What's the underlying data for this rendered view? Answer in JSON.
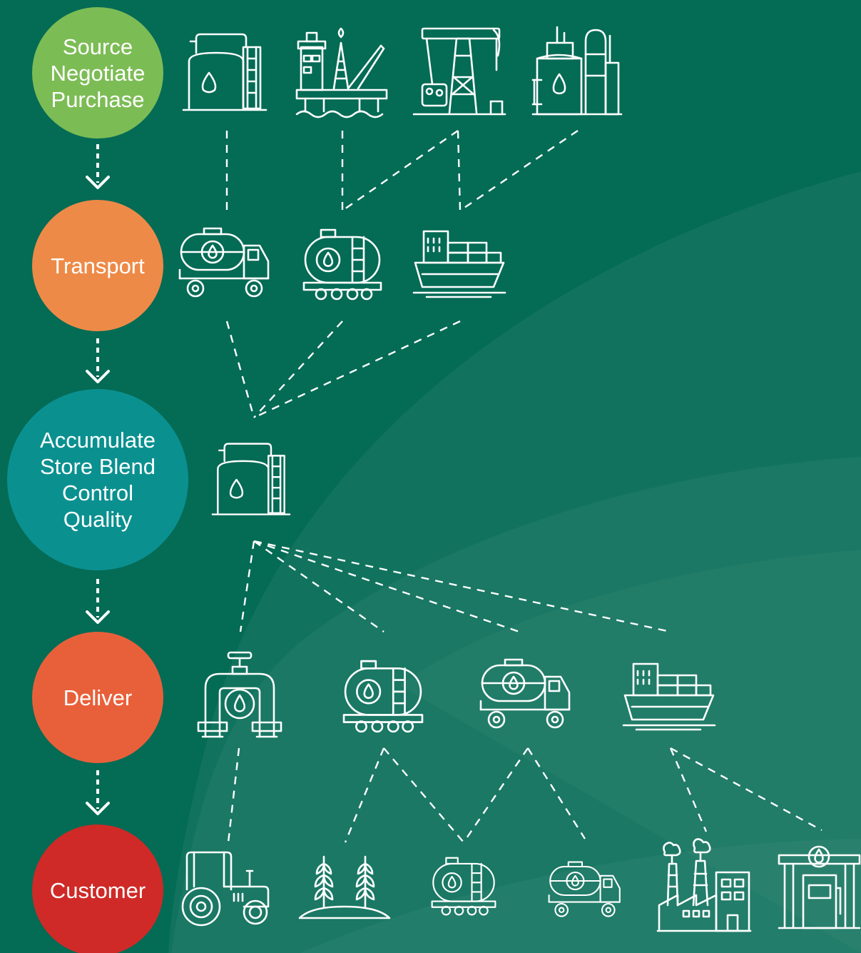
{
  "colors": {
    "background": "#046b55",
    "source": "#7cbc55",
    "transport": "#ee8a47",
    "accumulate": "#0b9090",
    "deliver": "#e8603a",
    "customer": "#cf2a27",
    "line": "#ffffff"
  },
  "stages": {
    "source": {
      "label": "Source\nNegotiate\nPurchase",
      "icons": [
        "oil-storage-tank-icon",
        "offshore-oil-rig-icon",
        "pumpjack-icon",
        "refinery-icon"
      ]
    },
    "transport": {
      "label": "Transport",
      "icons": [
        "tanker-truck-icon",
        "rail-tank-car-icon",
        "cargo-ship-icon"
      ]
    },
    "accumulate": {
      "label": "Accumulate\nStore Blend\nControl\nQuality",
      "icons": [
        "oil-storage-tank-icon"
      ]
    },
    "deliver": {
      "label": "Deliver",
      "icons": [
        "pipeline-valve-icon",
        "rail-tank-car-icon",
        "tanker-truck-icon",
        "cargo-ship-icon"
      ]
    },
    "customer": {
      "label": "Customer",
      "icons": [
        "tractor-icon",
        "crops-icon",
        "rail-tank-car-icon",
        "tanker-truck-icon",
        "factory-icon",
        "fuel-station-icon"
      ]
    }
  }
}
